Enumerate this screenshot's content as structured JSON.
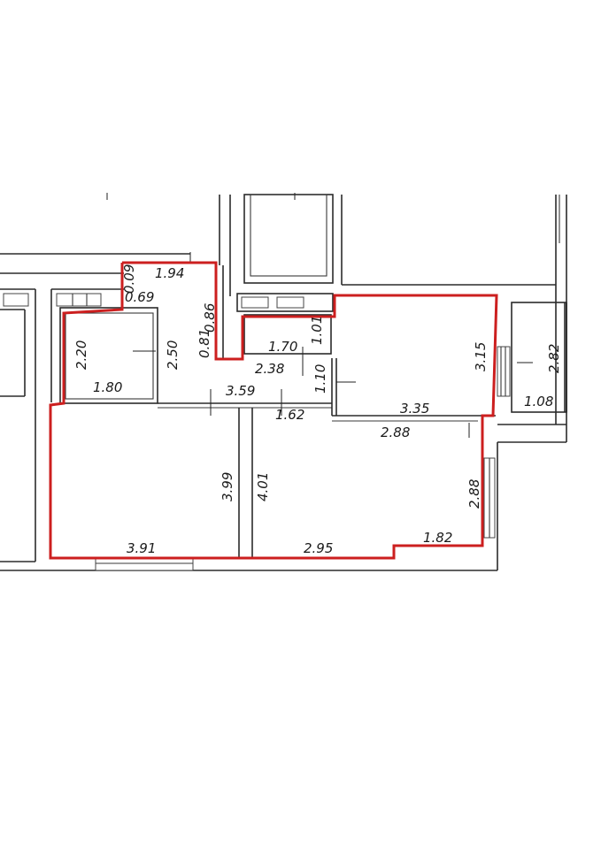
{
  "colors": {
    "outline": "#cc1f1f",
    "wall": "#2b2b2b",
    "background": "#ffffff"
  },
  "dimensions": {
    "d_1_94": "1.94",
    "d_0_09": "0.09",
    "d_0_69": "0.69",
    "d_0_86": "0.86",
    "d_0_81": "0.81",
    "d_2_20": "2.20",
    "d_2_50": "2.50",
    "d_1_80": "1.80",
    "d_1_70": "1.70",
    "d_1_01": "1.01",
    "d_2_38": "2.38",
    "d_1_10": "1.10",
    "d_3_59": "3.59",
    "d_1_62": "1.62",
    "d_3_15": "3.15",
    "d_3_35": "3.35",
    "d_2_82": "2.82",
    "d_1_08": "1.08",
    "d_2_88_top": "2.88",
    "d_3_99": "3.99",
    "d_4_01": "4.01",
    "d_2_88_right": "2.88",
    "d_3_91": "3.91",
    "d_2_95": "2.95",
    "d_1_82": "1.82"
  }
}
